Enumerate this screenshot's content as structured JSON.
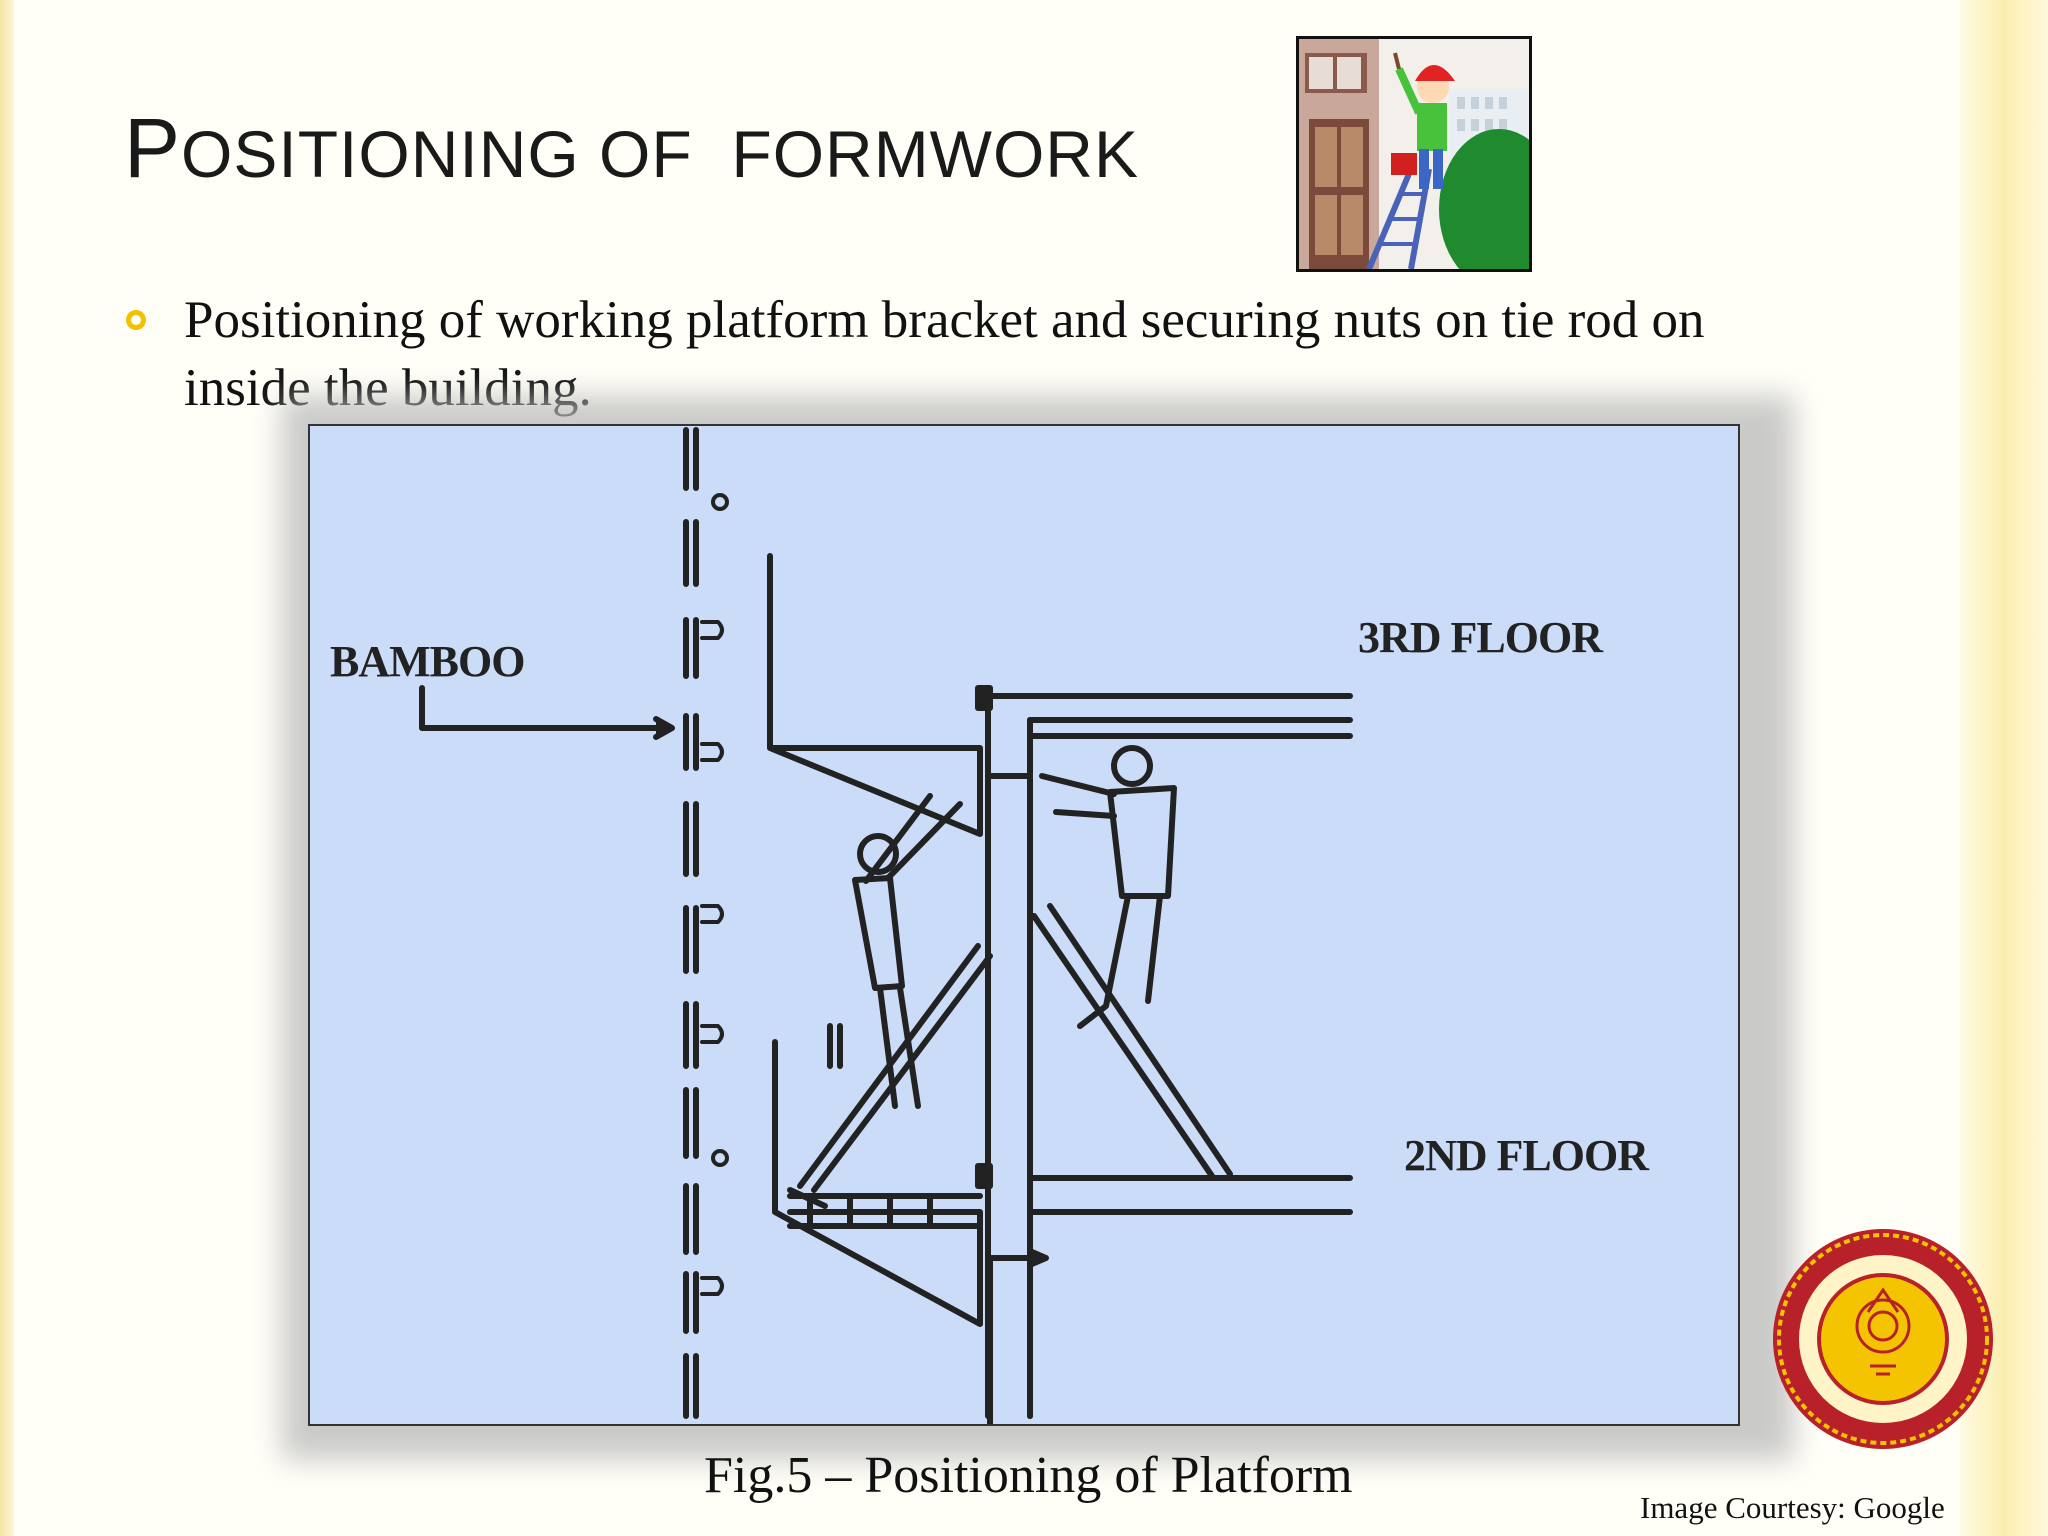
{
  "slide": {
    "title_first_letter": "P",
    "title_rest": "OSITIONING OF  FORMWORK",
    "bullet_text": "Positioning of working platform bracket and securing nuts on tie rod on inside the building.",
    "caption": "Fig.5 – Positioning of Platform",
    "courtesy": "Image Courtesy: Google"
  },
  "figure": {
    "label_bamboo": "BAMBOO",
    "label_3rd_floor": "3RD FLOOR",
    "label_2nd_floor": "2ND FLOOR"
  },
  "colors": {
    "figure_background": "#cbdcf9",
    "bullet": "#f2c100",
    "logo_red": "#b8212a",
    "logo_yellow": "#f5c400"
  },
  "icons": {
    "clipart": "worker-on-ladder-icon",
    "logo": "institute-emblem"
  }
}
